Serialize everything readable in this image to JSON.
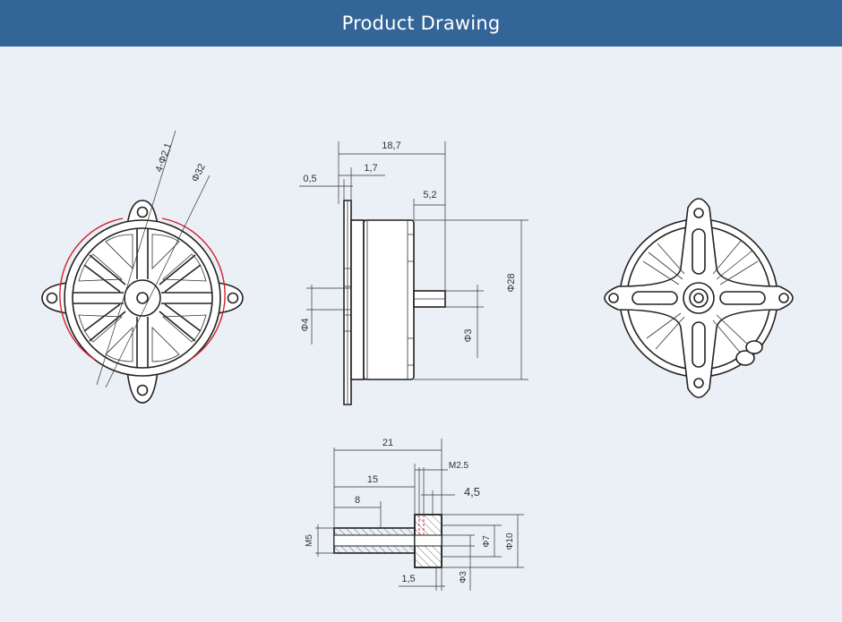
{
  "header": {
    "title": "Product Drawing"
  },
  "colors": {
    "header_bg": "#346598",
    "page_bg": "#eaf0f6",
    "accent_arc": "#d4202a"
  },
  "front_view": {
    "hole_label": "4-Φ2,1",
    "diameter_label": "Φ32"
  },
  "side_view": {
    "overall_length": "18,7",
    "flange_offset": "1,7",
    "flange_thickness": "0,5",
    "shaft_length": "5,2",
    "body_diameter": "Φ28",
    "hub_diameter": "Φ4",
    "shaft_diameter": "Φ3"
  },
  "adapter_view": {
    "overall_length": "21",
    "length_15": "15",
    "length_8": "8",
    "thread": "M2.5",
    "set_screw": "4,5",
    "thread_m5": "M5",
    "dia_7": "Φ7",
    "dia_10": "Φ10",
    "dia_3": "Φ3",
    "collar": "1,5"
  }
}
